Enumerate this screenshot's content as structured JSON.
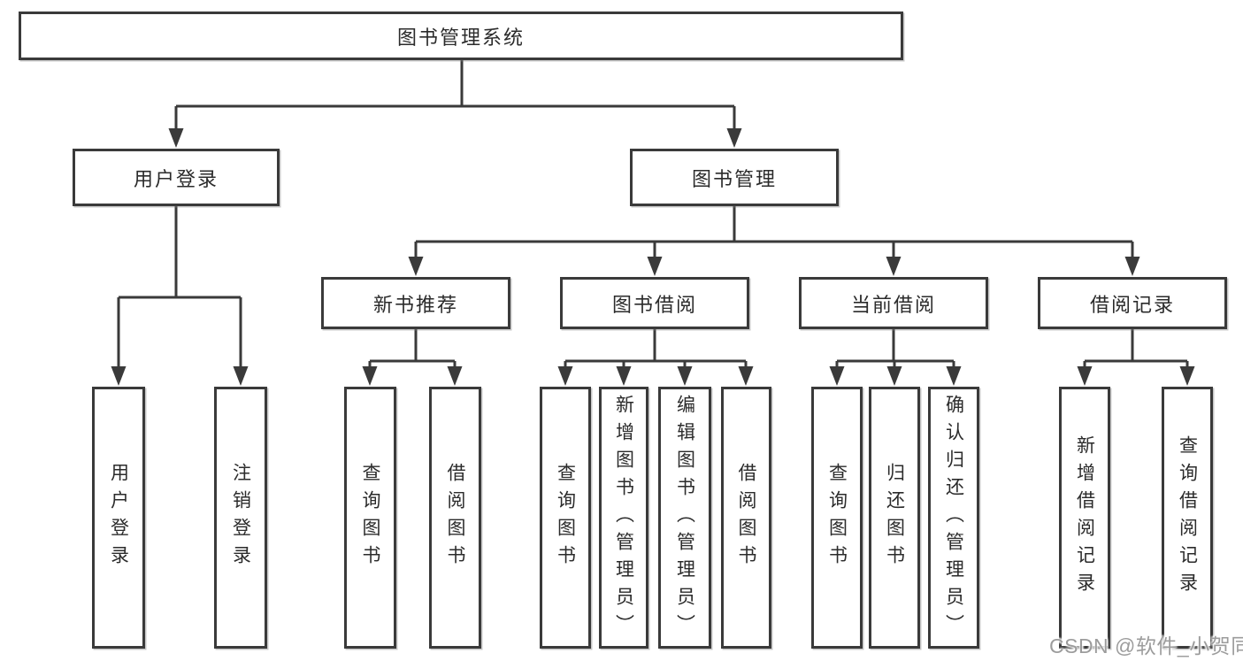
{
  "diagram_type": "hierarchy-tree",
  "colors": {
    "line": "#3a3a3a",
    "box_border": "#3a3a3a",
    "box_fill": "#ffffff",
    "text": "#2b2b2b",
    "watermark": "#9c9c9c",
    "background": "#ffffff"
  },
  "tree": {
    "root": {
      "label": "图书管理系统"
    },
    "branches": [
      {
        "label": "用户登录",
        "children": [
          {
            "label": "用户登录"
          },
          {
            "label": "注销登录"
          }
        ]
      },
      {
        "label": "图书管理",
        "children": [
          {
            "label": "新书推荐",
            "children": [
              {
                "label": "查询图书"
              },
              {
                "label": "借阅图书"
              }
            ]
          },
          {
            "label": "图书借阅",
            "children": [
              {
                "label": "查询图书"
              },
              {
                "label": "新增图书（管理员）"
              },
              {
                "label": "编辑图书（管理员）"
              },
              {
                "label": "借阅图书"
              }
            ]
          },
          {
            "label": "当前借阅",
            "children": [
              {
                "label": "查询图书"
              },
              {
                "label": "归还图书"
              },
              {
                "label": "确认归还（管理员）"
              }
            ]
          },
          {
            "label": "借阅记录",
            "children": [
              {
                "label": "新增借阅记录"
              },
              {
                "label": "查询借阅记录"
              }
            ]
          }
        ]
      }
    ]
  },
  "watermark": {
    "text": "CSDN @软件_小贺同学"
  }
}
